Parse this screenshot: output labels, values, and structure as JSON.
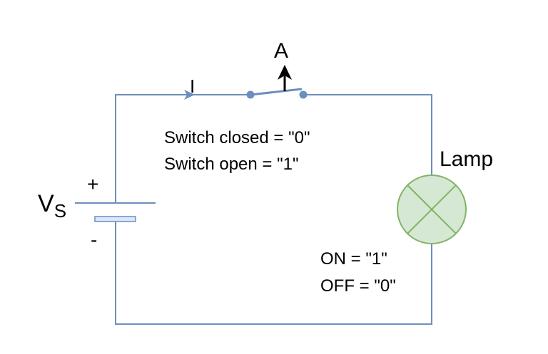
{
  "labels": {
    "current": "I",
    "switch_control": "A",
    "source_main": "V",
    "source_sub": "S",
    "plus": "+",
    "minus": "-",
    "lamp": "Lamp",
    "switch_closed": "Switch closed = \"0\"",
    "switch_open": "Switch open = \"1\"",
    "lamp_on": "ON = \"1\"",
    "lamp_off": "OFF = \"0\""
  },
  "colors": {
    "wire": "#6c8ebf",
    "battery_fill": "#dae8fc",
    "lamp_fill": "#d5e8d4",
    "lamp_stroke": "#82b366",
    "text": "#000000"
  }
}
